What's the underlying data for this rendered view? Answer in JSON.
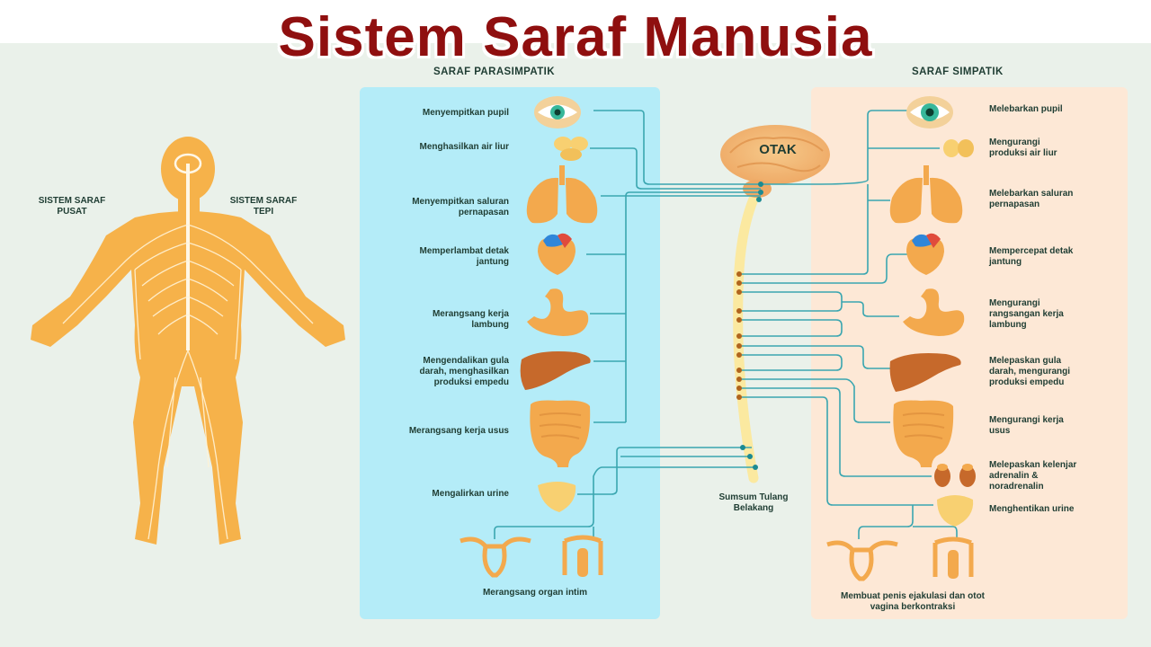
{
  "title": "Sistem Saraf Manusia",
  "body": {
    "label_pusat": "SISTEM SARAF PUSAT",
    "label_tepi": "SISTEM SARAF TEPI"
  },
  "parasympathetic": {
    "heading": "SARAF PARASIMPATIK",
    "items": [
      "Menyempitkan pupil",
      "Menghasilkan air liur",
      "Menyempitkan saluran pernapasan",
      "Memperlambat detak jantung",
      "Merangsang kerja lambung",
      "Mengendalikan gula darah, menghasilkan produksi empedu",
      "Merangsang kerja usus",
      "Mengalirkan urine",
      "Merangsang organ intim"
    ]
  },
  "sympathetic": {
    "heading": "SARAF SIMPATIK",
    "items": [
      "Melebarkan pupil",
      "Mengurangi produksi air liur",
      "Melebarkan saluran pernapasan",
      "Mempercepat detak jantung",
      "Mengurangi rangsangan kerja lambung",
      "Melepaskan gula darah, mengurangi produksi empedu",
      "Mengurangi kerja usus",
      "Melepaskan kelenjar adrenalin & noradrenalin",
      "Menghentikan urine",
      "Membuat penis ejakulasi dan otot vagina berkontraksi"
    ]
  },
  "center": {
    "brain": "OTAK",
    "spine": "Sumsum Tulang Belakang"
  },
  "colors": {
    "title": "#8f0f0f",
    "parasympathetic_panel": "#b4ecf8",
    "sympathetic_panel": "#fde8d6",
    "nerve_line": "#3aa6b0",
    "body": "#f6b24a",
    "spine": "#fbe9a0",
    "organ": "#f3a94d"
  }
}
